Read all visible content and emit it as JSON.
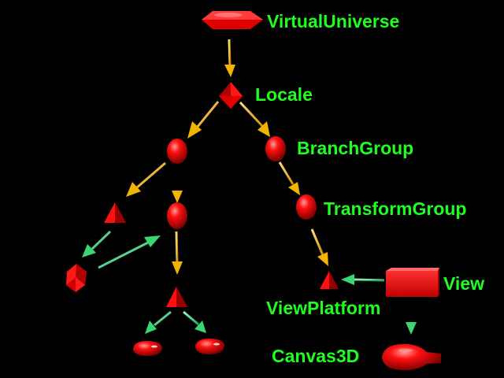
{
  "colors": {
    "background": "#000000",
    "node": "#ff0000",
    "node_dark": "#8a0000",
    "label": "#1fff1f",
    "arrow_gold": "#f3b400",
    "arrow_green": "#39d672"
  },
  "labels": {
    "virtual_universe": "VirtualUniverse",
    "locale": "Locale",
    "branch_group": "BranchGroup",
    "transform_group": "TransformGroup",
    "view": "View",
    "view_platform": "ViewPlatform",
    "canvas3d": "Canvas3D"
  }
}
